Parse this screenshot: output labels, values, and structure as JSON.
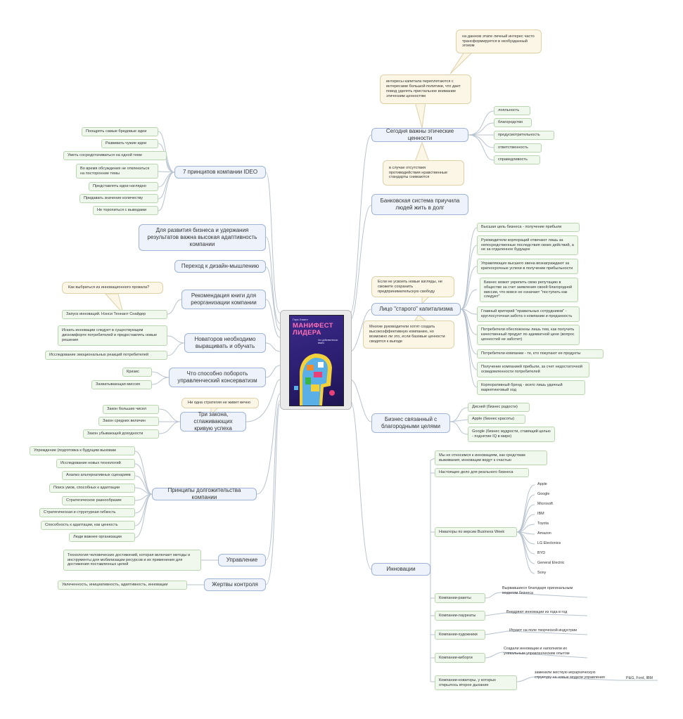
{
  "book": {
    "author": "Гэри Хэмел",
    "title": "МАНИФЕСТ ЛИДЕРА",
    "subtitle": "Что действительно важно"
  },
  "right": {
    "ethics": {
      "label": "Сегодня важны этические ценности",
      "note_top": "на данном этапе личный интерес часто трансформируется в необузданный эгоизм",
      "note_mid": "интересы капитала переплетаются с интересами большой политики, что дает повод уделять пристальное внимание этическим ценностям",
      "note_bottom": "в случае отсутствия противодействия нравственные стандарты снижаются",
      "values": [
        "лояльность",
        "благородство",
        "предусмотрительность",
        "ответственность",
        "справедливость"
      ]
    },
    "banking": {
      "label": "Банковская система приучила людей жить в долг"
    },
    "old_capitalism": {
      "label": "Лицо \"старого\" капитализма",
      "note_top": "Если не усвоить новые взгляды, не сможете сохранить предпринимательскую свободу",
      "note_bottom": "Многие руководители хотят создать высокоэффективную компанию, но возможно ли это, если базовые ценности сводятся к выгоде",
      "items": [
        "Высшая цель бизнеса - получение прибыли",
        "Руководители корпораций отвечают лишь за непосредственные последствия своих действий, а не за отдаленное будущее",
        "Управляющих высшего звена вознаграждают за краткосрочные успехи в получении прибыльности",
        "Бизнес может укрепить свою репутацию в обществе за счет заявления своей благородной миссии, что вовсе не означает \"поступать как следует\"",
        "Главный критерий \"правильных сотрудников\" - круглосуточная забота о компании и преданность",
        "Потребители обеспокоены лишь тем, как получить качественный продукт по адекватной цене (вопрос ценностей не заботит)",
        "Потребители компании - те, кто покупают ее продукты",
        "Получение компанией прибыли, за счет недостаточной осведомленности потребителей",
        "Корпоративный бренд - всего лишь удачный маркетинговый ход"
      ]
    },
    "noble": {
      "label": "Бизнес связанный с благородными целями",
      "items": [
        "Дисней (бизнес радости)",
        "Apple (бизнес красоты)",
        "Google (бизнес мудрости, ставящий целью - поднятие IQ в мире)"
      ]
    },
    "innovation": {
      "label": "Инновации",
      "intro": [
        "Мы не относимся к инновациям, как средствам выживания, инновации ведут к счастью",
        "Настоящее дело для реального бизнеса"
      ],
      "bw_label": "Новаторы по версии Business Week",
      "bw_companies": [
        "Apple",
        "Google",
        "Microsoft",
        "IBM",
        "Toyota",
        "Amazon",
        "LG Electonics",
        "BYD",
        "General Electric",
        "Sony"
      ],
      "types": [
        {
          "label": "Компании-ракеты",
          "desc": "Вырвавшиеся благодаря оригинальным моделям бизнеса"
        },
        {
          "label": "Компании-лауреаты",
          "desc": "Внедряют инновации из года в год"
        },
        {
          "label": "Компании-художники",
          "desc": "Играют на поле творческой индустрии"
        },
        {
          "label": "Компании-киборги",
          "desc": "Создали инновации и наполнили их уникальным управленческим опытом"
        },
        {
          "label": "Компании-новаторы, у которых открылось второе дыхание",
          "desc": "заменили жесткую иерархическую структуру на новые модели управления",
          "extra": "P&G, Ford, IBM"
        }
      ]
    }
  },
  "left": {
    "ideo": {
      "label": "7 принципов компании IDEO",
      "items": [
        "Поощрять самые бредовые идеи",
        "Развивать чужие идеи",
        "Уметь сосредотачиваться на одной теме",
        "Во время обсуждения не отвлекаться на посторонние темы",
        "Представлять идеи наглядно",
        "Придавать значение количеству",
        "Не торопиться с выводами"
      ]
    },
    "adaptive": {
      "label": "Для развития бизнеса и удержания результатов важна высокая адаптивность компании"
    },
    "design": {
      "label": "Переход к дизайн-мышлению"
    },
    "book_rec": {
      "label": "Рекомендация книги для реорганизации компании",
      "note": "Как выбраться из инновационного провала?",
      "item": "Запуск инноваций. Нэнси Теннант Снайдер"
    },
    "innovators": {
      "label": "Новаторов необходимо выращивать и обучать",
      "items": [
        "Искать инновации следует в существующем дискомфорте потребителей и предоставлять новые решения",
        "Исследование эмоциональных реакций потребителей"
      ]
    },
    "conservatism": {
      "label": "Что способно побороть управленческий консерватизм",
      "items": [
        "Кризис",
        "Захватывающая миссия"
      ]
    },
    "three_laws": {
      "label": "Три закона, сглаживающих кривую успеха",
      "note": "Ни одна стратегия не живет вечно",
      "items": [
        "Закон больших чисел",
        "Закон средних величин",
        "Закон убывающей доходности"
      ]
    },
    "longevity": {
      "label": "Принципы долгожительства компании",
      "items": [
        "Упреждение (подготовка к будущим вызовам",
        "Исследование новых технологий",
        "Анализ альтернативных сценариев",
        "Поиск умов, способных к адаптации",
        "Стратегическое разнообразие",
        "Стратегическая и структурная гибкость",
        "Способность к адаптации, как ценность",
        "Люди важнее организации"
      ]
    },
    "management": {
      "label": "Управление",
      "item": "Технология человеческих достижений, которая включает методы и инструменты для мобилизации ресурсов и их применения для достижения поставленных целей"
    },
    "control": {
      "label": "Жертвы контроля",
      "item": "Увлеченность, инициативность, адаптивность, инновации"
    }
  },
  "colors": {
    "line": "#b7c3cf",
    "main_border": "#9fb4d6",
    "sub_border": "#b9d6b0",
    "note_border": "#ddd1a8"
  }
}
